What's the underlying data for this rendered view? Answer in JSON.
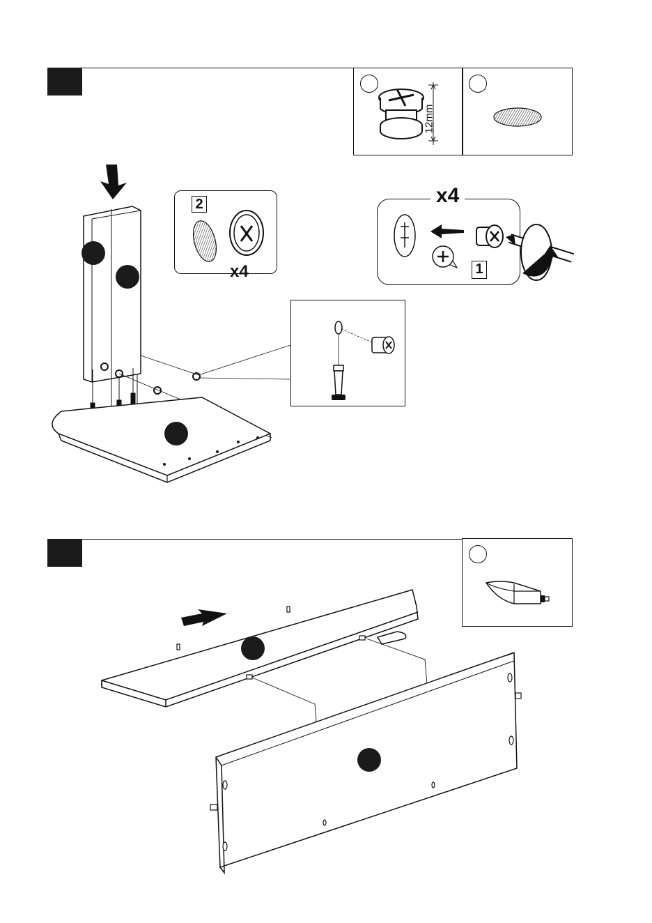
{
  "step1": {
    "hardware_box": {
      "cam_lock_dim": "12mm"
    },
    "detail_cover": {
      "part_label": "2",
      "qty": "x4"
    },
    "detail_tighten": {
      "qty": "x4",
      "part_label": "1"
    }
  },
  "step2": {}
}
